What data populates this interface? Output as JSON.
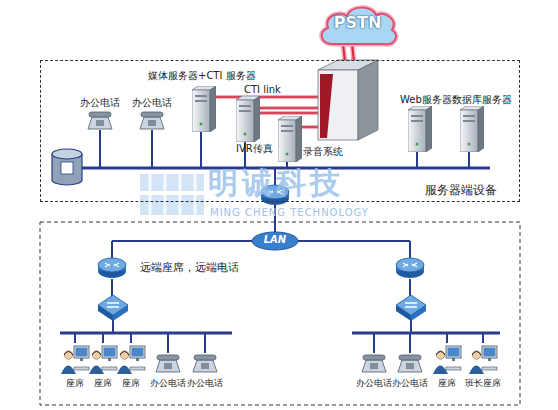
{
  "diagram": {
    "nodes": [
      {
        "text": [
          "服务器端设备"
        ]
      },
      {
        "text": [
          "PSTN"
        ]
      },
      {
        "text": [
          "LAN"
        ]
      }
    ],
    "labels": [
      "媒体服务器+CTI 服务器",
      "CTI link",
      "办公电话",
      "办公电话",
      "IVR传真",
      "录音系统",
      "Web服务器",
      "数据库服务器",
      "明诚科技",
      "MING CHENG TECHNOLOGY",
      "远端座席，远端电话",
      "座席",
      "座席",
      "座席",
      "办公电话",
      "办公电话",
      "办公电话",
      "办公电话",
      "座席",
      "班长座席"
    ]
  }
}
